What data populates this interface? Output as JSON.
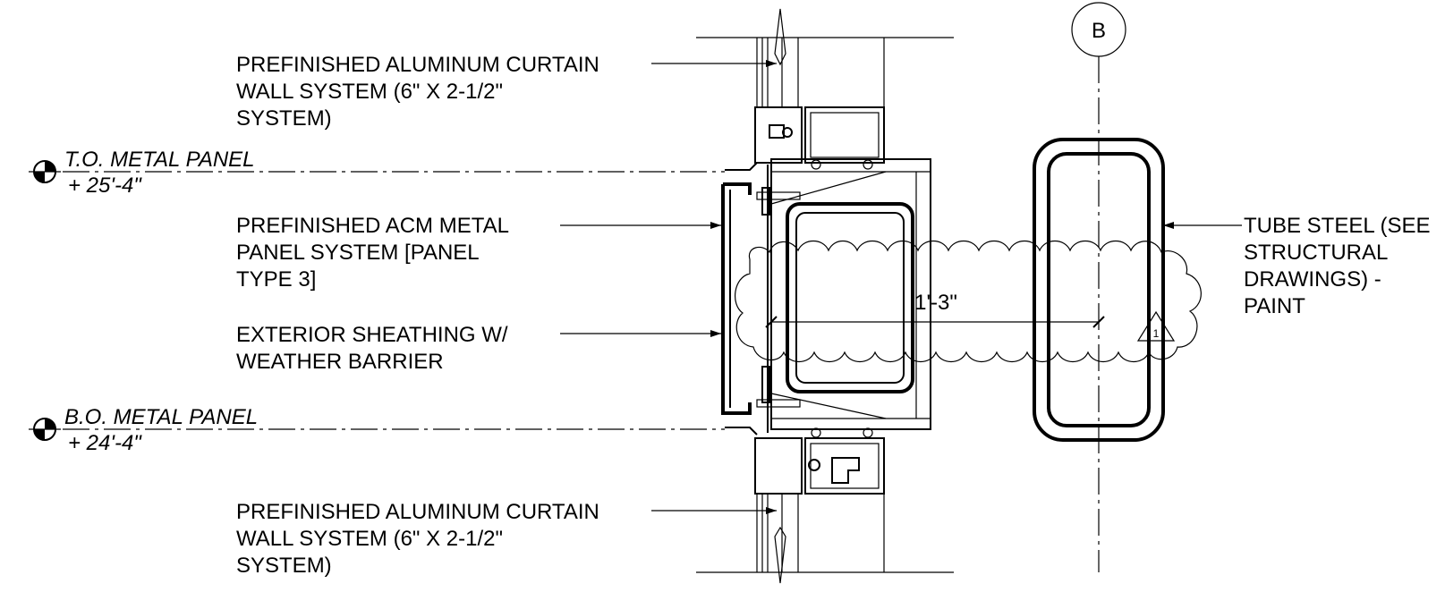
{
  "notes": {
    "cw_top": [
      "PREFINISHED ALUMINUM CURTAIN",
      "WALL SYSTEM (6\" X 2-1/2\"",
      "SYSTEM)"
    ],
    "acm": [
      "PREFINISHED ACM METAL",
      "PANEL SYSTEM [PANEL",
      "TYPE 3]"
    ],
    "sheathing": [
      "EXTERIOR SHEATHING W/",
      "WEATHER BARRIER"
    ],
    "cw_bottom": [
      "PREFINISHED ALUMINUM CURTAIN",
      "WALL SYSTEM (6\" X 2-1/2\"",
      "SYSTEM)"
    ],
    "tube_steel": [
      "TUBE STEEL (SEE",
      "STRUCTURAL",
      "DRAWINGS) -",
      "PAINT"
    ]
  },
  "levels": {
    "top": {
      "name": "T.O. METAL PANEL",
      "elevation": "+ 25'-4\""
    },
    "bottom": {
      "name": "B.O. METAL PANEL",
      "elevation": "+ 24'-4\""
    }
  },
  "dimension": "1'-3\"",
  "grid_bubble": "B",
  "revision_tag": "1"
}
